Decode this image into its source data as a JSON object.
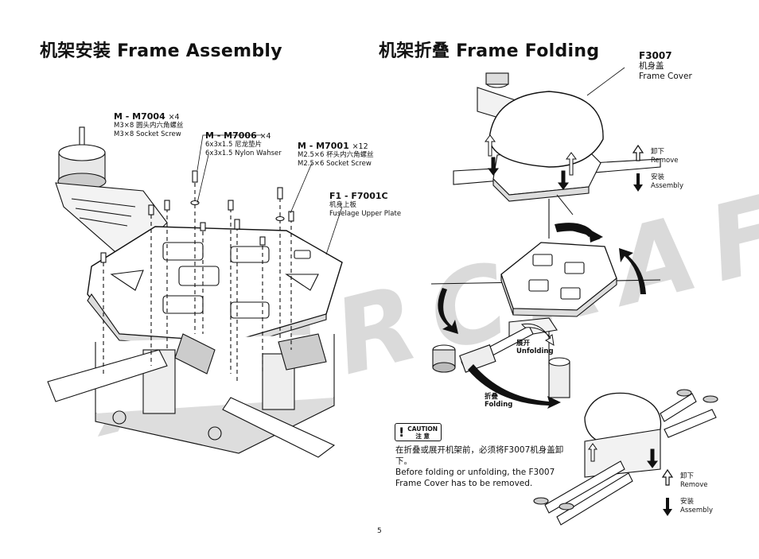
{
  "watermark": "XAIRCRAFT",
  "left": {
    "title": "机架安装  Frame Assembly",
    "parts": [
      {
        "code": "M - M7004",
        "qty": "×4",
        "cn": "M3×8 圆头内六角螺丝",
        "en": "M3×8 Socket Screw"
      },
      {
        "code": "M - M7006",
        "qty": "×4",
        "cn": "6x3x1.5 尼龙垫片",
        "en": "6x3x1.5 Nylon Wahser"
      },
      {
        "code": "M - M7001",
        "qty": "×12",
        "cn": "M2.5×6 杯头内六角螺丝",
        "en": "M2.5×6 Socket Screw"
      },
      {
        "code": "F1 - F7001C",
        "qty": "",
        "cn": "机身上板",
        "en": "Fuselage Upper Plate"
      }
    ]
  },
  "right": {
    "title": "机架折叠  Frame Folding",
    "cover": {
      "code": "F3007",
      "cn": "机身盖",
      "en": "Frame Cover"
    },
    "legend": {
      "remove_cn": "卸下",
      "remove_en": "Remove",
      "assembly_cn": "安装",
      "assembly_en": "Assembly"
    },
    "unfolding": {
      "cn": "展开",
      "en": "Unfolding"
    },
    "folding": {
      "cn": "折叠",
      "en": "Folding"
    },
    "caution": {
      "badge_en": "CAUTION",
      "badge_cn": "注 意",
      "text_cn": "在折叠或展开机架前，必须将F3007机身盖卸下。",
      "text_en": "Before folding or unfolding, the F3007 Frame Cover has to be removed."
    }
  },
  "page_number": "5"
}
